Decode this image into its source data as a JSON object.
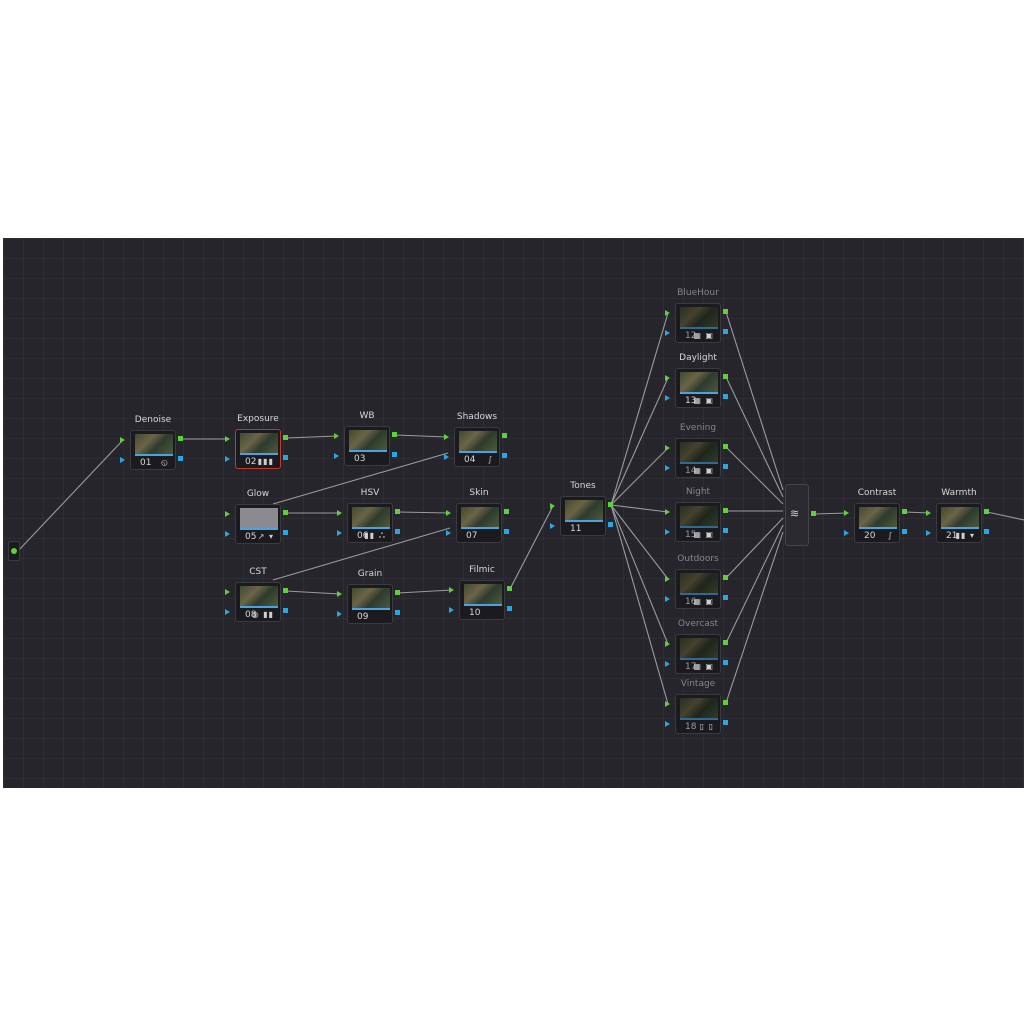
{
  "editor": {
    "source_icon": "source-input-icon",
    "mixer_icon": "layer-mixer-icon",
    "nodes": [
      {
        "id": "denoise",
        "label": "Denoise",
        "num": "01",
        "tools": "◵",
        "dim": false
      },
      {
        "id": "exposure",
        "label": "Exposure",
        "num": "02",
        "tools": "▮▮▮",
        "dim": false,
        "selected": true
      },
      {
        "id": "wb",
        "label": "WB",
        "num": "03",
        "tools": "",
        "dim": false
      },
      {
        "id": "shadows",
        "label": "Shadows",
        "num": "04",
        "tools": "∫",
        "dim": false
      },
      {
        "id": "glow",
        "label": "Glow",
        "num": "05",
        "tools": "↗ ▾",
        "dim": false
      },
      {
        "id": "hsv",
        "label": "HSV",
        "num": "06",
        "tools": "▮▮ ஃ",
        "dim": false
      },
      {
        "id": "skin",
        "label": "Skin",
        "num": "07",
        "tools": "",
        "dim": false
      },
      {
        "id": "cst",
        "label": "CST",
        "num": "08",
        "tools": "◍ ▮▮",
        "dim": false
      },
      {
        "id": "grain",
        "label": "Grain",
        "num": "09",
        "tools": "",
        "dim": false
      },
      {
        "id": "filmic",
        "label": "Filmic",
        "num": "10",
        "tools": "",
        "dim": false
      },
      {
        "id": "tones",
        "label": "Tones",
        "num": "11",
        "tools": "",
        "dim": false
      },
      {
        "id": "bluehour",
        "label": "BlueHour",
        "num": "12",
        "tools": "▦ ▣",
        "dim": true
      },
      {
        "id": "daylight",
        "label": "Daylight",
        "num": "13",
        "tools": "▦ ▣",
        "dim": false
      },
      {
        "id": "evening",
        "label": "Evening",
        "num": "14",
        "tools": "▦ ▣",
        "dim": true
      },
      {
        "id": "night",
        "label": "Night",
        "num": "15",
        "tools": "▦ ▣",
        "dim": true
      },
      {
        "id": "outdoors",
        "label": "Outdoors",
        "num": "16",
        "tools": "▦ ▣",
        "dim": true
      },
      {
        "id": "overcast",
        "label": "Overcast",
        "num": "17",
        "tools": "▦ ▣",
        "dim": true
      },
      {
        "id": "vintage",
        "label": "Vintage",
        "num": "18",
        "tools": "▯ ▯",
        "dim": true
      },
      {
        "id": "contrast",
        "label": "Contrast",
        "num": "20",
        "tools": "∫",
        "dim": false
      },
      {
        "id": "warmth",
        "label": "Warmth",
        "num": "21",
        "tools": "▮▮ ▾",
        "dim": false
      }
    ]
  }
}
